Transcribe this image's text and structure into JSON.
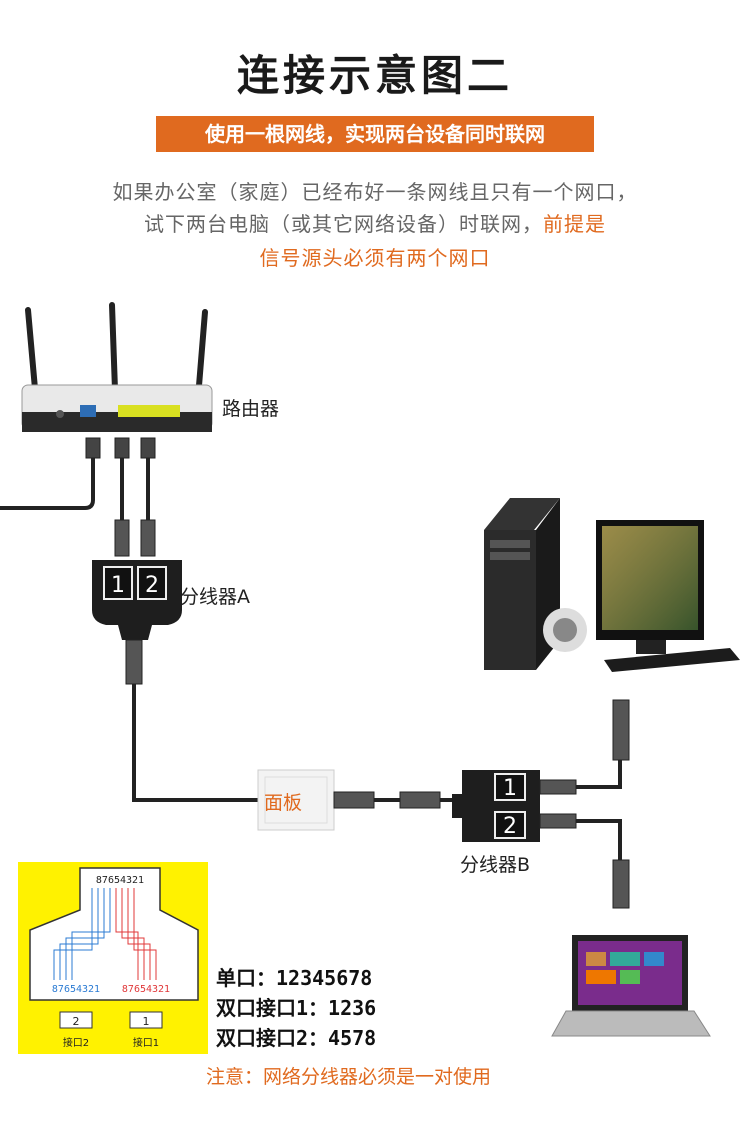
{
  "title": "连接示意图二",
  "banner": "使用一根网线，实现两台设备同时联网",
  "intro": {
    "line1": "如果办公室（家庭）已经布好一条网线且只有一个网口，",
    "line2_gray": "试下两台电脑（或其它网络设备）时联网，",
    "line2_orange": "前提是",
    "line3": "信号源头必须有两个网口"
  },
  "labels": {
    "router": "路由器",
    "splitter_a": "分线器A",
    "splitter_b": "分线器B",
    "panel": "面板",
    "port1": "1",
    "port2": "2"
  },
  "pinout": {
    "top_pins": "87654321",
    "left_pins": "87654321",
    "right_pins": "87654321",
    "port2_num": "2",
    "port1_num": "1",
    "port2_label": "接口2",
    "port1_label": "接口1"
  },
  "pin_info": {
    "single": "单口：12345678",
    "dual1": "双口接口1：1236",
    "dual2": "双口接口2：4578"
  },
  "note": "注意：网络分线器必须是一对使用",
  "colors": {
    "accent": "#e06a1f",
    "highlight": "#fff200",
    "cable": "#222222"
  }
}
